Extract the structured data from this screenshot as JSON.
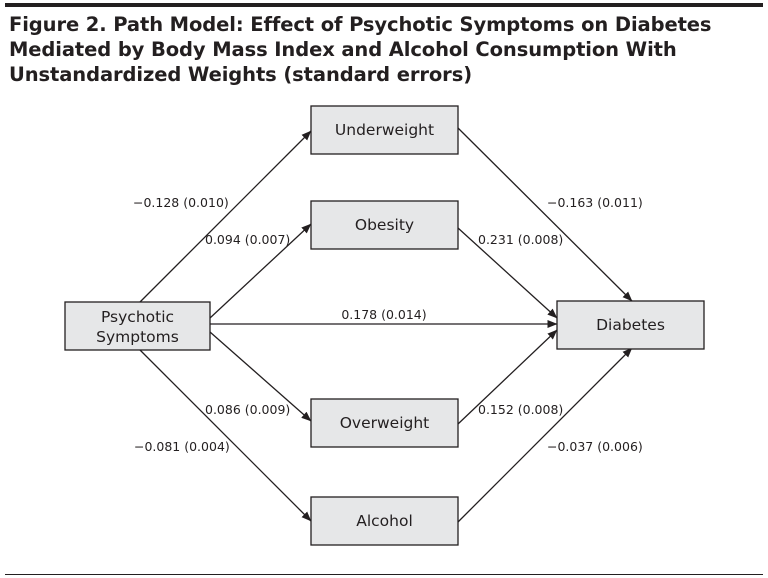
{
  "title": "Figure 2. Path Model: Effect of Psychotic Symptoms on Diabetes Mediated by Body Mass Index and Alcohol Consumption With Unstandardized Weights (standard errors)",
  "nodes": {
    "psychotic": {
      "line1": "Psychotic",
      "line2": "Symptoms"
    },
    "underweight": "Underweight",
    "obesity": "Obesity",
    "overweight": "Overweight",
    "alcohol": "Alcohol",
    "diabetes": "Diabetes"
  },
  "edges": {
    "psychotic_underweight": "−0.128 (0.010)",
    "psychotic_obesity": "0.094 (0.007)",
    "psychotic_diabetes": "0.178 (0.014)",
    "psychotic_overweight": "0.086 (0.009)",
    "psychotic_alcohol": "−0.081 (0.004)",
    "underweight_diabetes": "−0.163 (0.011)",
    "obesity_diabetes": "0.231 (0.008)",
    "overweight_diabetes": "0.152 (0.008)",
    "alcohol_diabetes": "−0.037 (0.006)"
  }
}
